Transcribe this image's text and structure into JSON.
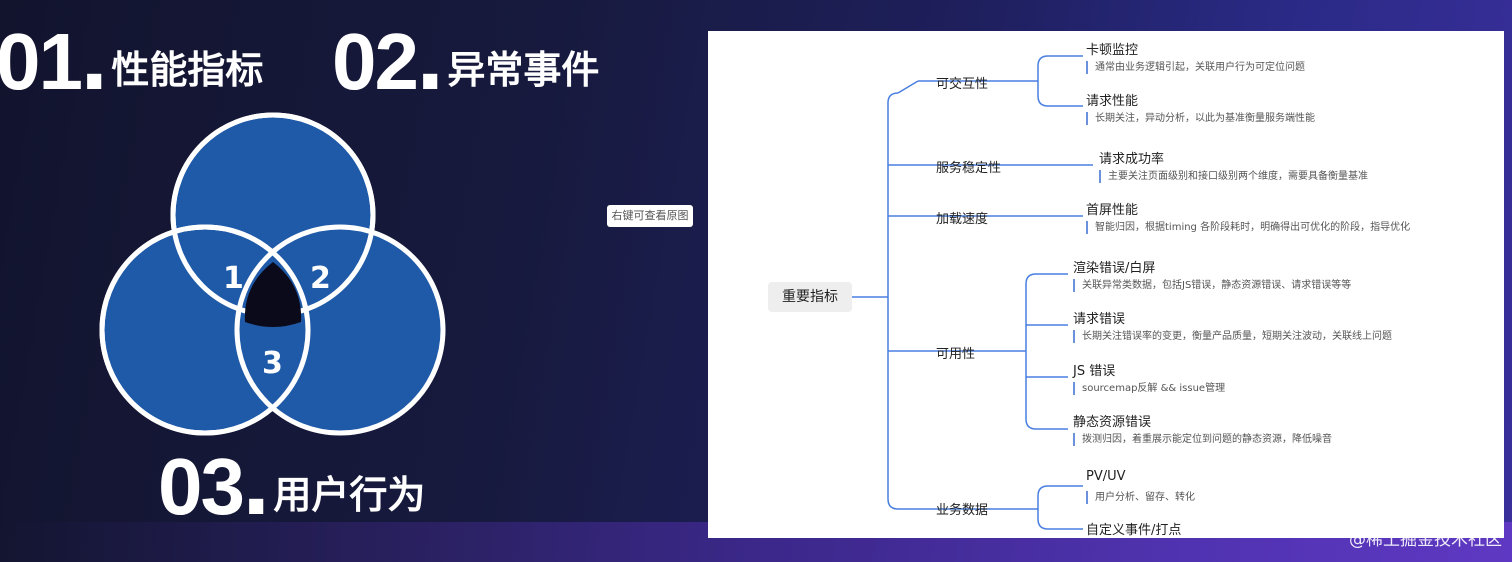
{
  "slide": {
    "titles": [
      {
        "num": "01",
        "label": "性能指标"
      },
      {
        "num": "02",
        "label": "异常事件"
      },
      {
        "num": "03",
        "label": "用户行为"
      }
    ],
    "venn_labels": [
      "1",
      "2",
      "3"
    ],
    "hint": "右键可查看原图",
    "watermark": "@稀土掘金技术社区",
    "colors": {
      "venn_fill": "#1f5aa8",
      "venn_stroke": "#ffffff",
      "line": "#4a7fe0"
    }
  },
  "mindmap": {
    "root": "重要指标",
    "categories": [
      {
        "label": "可交互性",
        "leaves": [
          {
            "title": "卡顿监控",
            "desc": "通常由业务逻辑引起，关联用户行为可定位问题"
          },
          {
            "title": "请求性能",
            "desc": "长期关注，异动分析，以此为基准衡量服务端性能"
          }
        ]
      },
      {
        "label": "服务稳定性",
        "leaves": [
          {
            "title": "请求成功率",
            "desc": "主要关注页面级别和接口级别两个维度，需要具备衡量基准"
          }
        ]
      },
      {
        "label": "加载速度",
        "leaves": [
          {
            "title": "首屏性能",
            "desc": "智能归因，根据timing 各阶段耗时，明确得出可优化的阶段，指导优化"
          }
        ]
      },
      {
        "label": "可用性",
        "leaves": [
          {
            "title": "渲染错误/白屏",
            "desc": "关联异常类数据，包括JS错误，静态资源错误、请求错误等等"
          },
          {
            "title": "请求错误",
            "desc": "长期关注错误率的变更，衡量产品质量，短期关注波动，关联线上问题"
          },
          {
            "title": "JS 错误",
            "desc": "sourcemap反解 && issue管理"
          },
          {
            "title": "静态资源错误",
            "desc": "拨测归因，着重展示能定位到问题的静态资源，降低噪音"
          }
        ]
      },
      {
        "label": "业务数据",
        "leaves": [
          {
            "title": "PV/UV",
            "desc": "用户分析、留存、转化"
          },
          {
            "title": "自定义事件/打点",
            "desc": ""
          }
        ]
      }
    ]
  }
}
